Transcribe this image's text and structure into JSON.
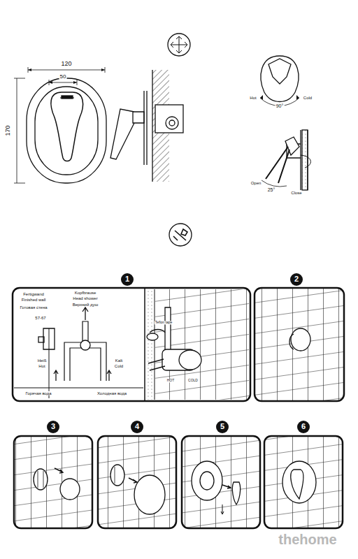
{
  "diagram": {
    "labels": [
      "120",
      "50",
      "170",
      "Hot",
      "Cold",
      "90°",
      "Open",
      "25°",
      "Close",
      "1",
      "Fertigwand",
      "Finished wall",
      "Готовая стена",
      "57-67",
      "Kopfbrause",
      "Head shower",
      "Верхний душ",
      "Heiß",
      "Hot",
      "Kalt",
      "Cold",
      "Горячая вода",
      "Холодная вода",
      "Teflon tape",
      "HOT",
      "COLD",
      "2",
      "3",
      "4",
      "5",
      "6",
      "thehome"
    ]
  }
}
